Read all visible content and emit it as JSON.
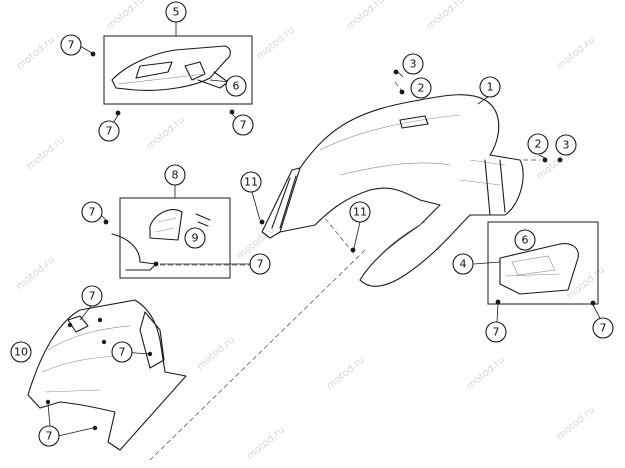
{
  "watermark": "motod.ru",
  "callouts": {
    "c1": "1",
    "c2a": "2",
    "c2b": "2",
    "c3a": "3",
    "c3b": "3",
    "c4": "4",
    "c5": "5",
    "c6a": "6",
    "c6b": "6",
    "c7a": "7",
    "c7b": "7",
    "c7c": "7",
    "c7d": "7",
    "c7e": "7",
    "c7f": "7",
    "c7g": "7",
    "c7h": "7",
    "c7i": "7",
    "c7j": "7",
    "c8": "8",
    "c9": "9",
    "c10": "10",
    "c11a": "11",
    "c11b": "11"
  }
}
